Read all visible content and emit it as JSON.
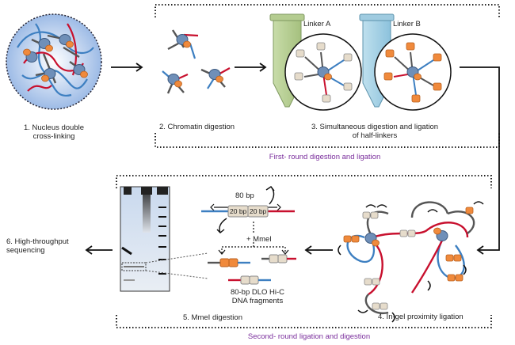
{
  "steps": {
    "s1": "1. Nucleus double\ncross-linking",
    "s2": "2. Chromatin digestion",
    "s3": "3. Simultaneous digestion and ligation\nof half-linkers",
    "s4": "4. In-gel proximity ligation",
    "s5": "5. MmeI digestion",
    "s6": "6. High-throughput\nsequencing"
  },
  "rounds": {
    "first": "First- round digestion and ligation",
    "second": "Second- round ligation and digestion"
  },
  "linkers": {
    "a": "Linker A",
    "b": "Linker B"
  },
  "fragment": {
    "bp80": "80 bp",
    "bp20a": "20 bp",
    "bp20b": "20 bp",
    "enzyme": "+ MmeI",
    "product": "80-bp DLO Hi-C\nDNA fragments"
  },
  "colors": {
    "blue": "#3d7fc1",
    "red": "#c8102e",
    "gray": "#6d6d6d",
    "orange": "#f08a3c",
    "beige": "#e6dccb",
    "nucleus": "#a9c4e8",
    "tubeA": "#b9d39a",
    "tubeB": "#a8d2e6",
    "purple": "#7a2e9c"
  }
}
